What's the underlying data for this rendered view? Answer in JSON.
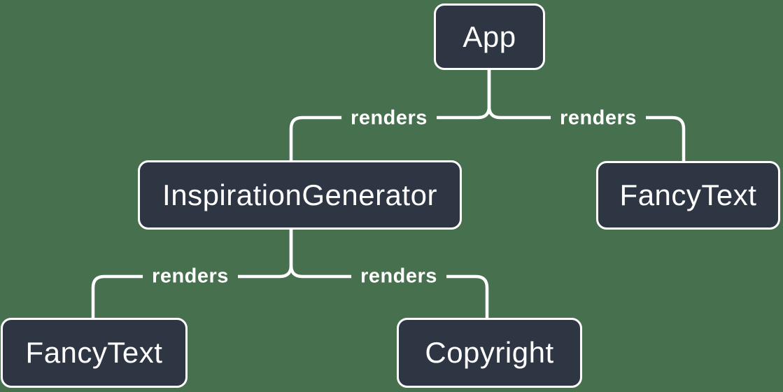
{
  "colors": {
    "background": "#47704E",
    "node_fill": "#2E3543",
    "node_border": "#FFFFFF",
    "connector": "#FFFFFF",
    "text": "#FFFFFF"
  },
  "nodes": [
    {
      "id": "app",
      "label": "App"
    },
    {
      "id": "inspiration-generator",
      "label": "InspirationGenerator"
    },
    {
      "id": "fancy-text-top",
      "label": "FancyText"
    },
    {
      "id": "fancy-text-bottom",
      "label": "FancyText"
    },
    {
      "id": "copyright",
      "label": "Copyright"
    }
  ],
  "edges": [
    {
      "from": "App",
      "to": "InspirationGenerator",
      "label": "renders"
    },
    {
      "from": "App",
      "to": "FancyText",
      "label": "renders"
    },
    {
      "from": "InspirationGenerator",
      "to": "FancyText",
      "label": "renders"
    },
    {
      "from": "InspirationGenerator",
      "to": "Copyright",
      "label": "renders"
    }
  ]
}
